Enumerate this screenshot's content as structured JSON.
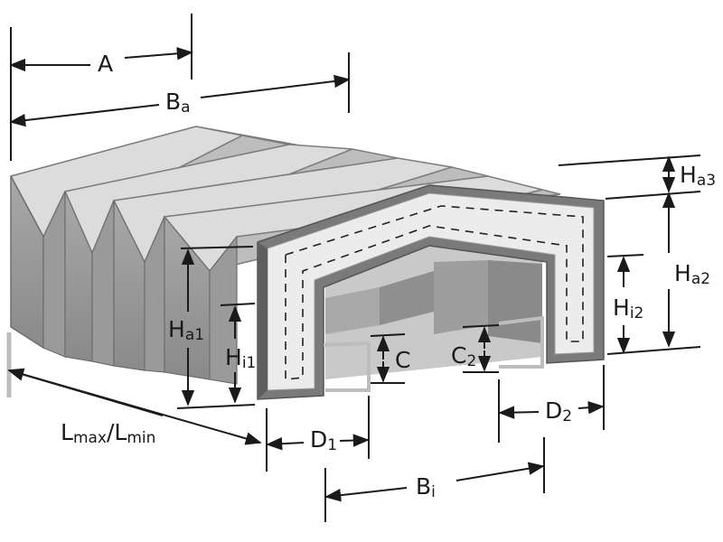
{
  "labels": {
    "A": {
      "main": "A",
      "sub": ""
    },
    "Ba": {
      "main": "B",
      "sub": "a"
    },
    "Ha3": {
      "main": "H",
      "sub": "a3"
    },
    "Ha2": {
      "main": "H",
      "sub": "a2"
    },
    "Hi2": {
      "main": "H",
      "sub": "i2"
    },
    "Ha1": {
      "main": "H",
      "sub": "a1"
    },
    "Hi1": {
      "main": "H",
      "sub": "i1"
    },
    "C": {
      "main": "C",
      "sub": ""
    },
    "C2": {
      "main": "C",
      "sub": "2"
    },
    "D1": {
      "main": "D",
      "sub": "1"
    },
    "D2": {
      "main": "D",
      "sub": "2"
    },
    "L": {
      "main": "L",
      "sub": "max",
      "main2": "/L",
      "sub2": "min"
    },
    "Bi": {
      "main": "B",
      "sub": "i"
    }
  },
  "colors": {
    "fold_light": "#d9d9d9",
    "fold_mid": "#b3b3b3",
    "fold_dark": "#8c8c8c",
    "frame_dark": "#6e6e6e",
    "frame_light": "#ececec",
    "guide_light": "#bdbdbd",
    "dim_line": "#1a1a1a"
  }
}
